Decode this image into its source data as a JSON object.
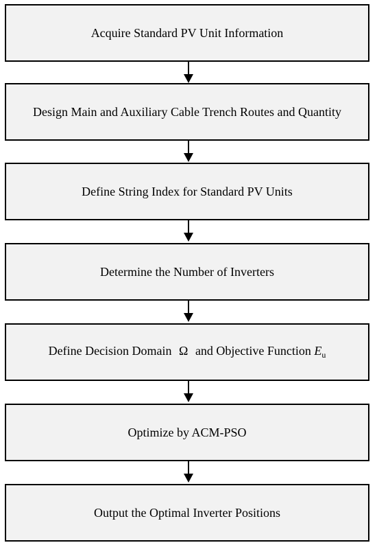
{
  "steps": [
    {
      "text": "Acquire Standard PV Unit Information"
    },
    {
      "text": "Design Main and Auxiliary Cable Trench Routes and Quantity"
    },
    {
      "text": "Define String Index for Standard PV Units"
    },
    {
      "text": "Determine the Number of Inverters"
    },
    {
      "text_before": "Define Decision Domain",
      "symbol": "Ω",
      "text_middle": "and Objective Function",
      "var": "E",
      "var_sub": "u"
    },
    {
      "text": "Optimize by ACM-PSO"
    },
    {
      "text": "Output the Optimal Inverter Positions"
    }
  ],
  "colors": {
    "box_fill": "#f2f2f2",
    "border": "#000000",
    "arrow": "#000000"
  }
}
